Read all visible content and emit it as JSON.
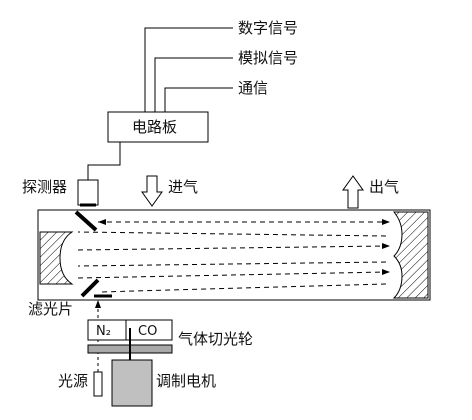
{
  "labels": {
    "digital_signal": "数字信号",
    "analog_signal": "模拟信号",
    "communication": "通信",
    "circuit_board": "电路板",
    "detector": "探测器",
    "gas_in": "进气",
    "gas_out": "出气",
    "filter": "滤光片",
    "n2_cell": "N₂",
    "co_cell": "CO",
    "gas_chopper_wheel": "气体切光轮",
    "light_source": "光源",
    "modulating_motor": "调制电机"
  },
  "colors": {
    "line": "#000000",
    "motor_fill": "#c0c0c0",
    "wheel_fill": "#a8a8a8",
    "background": "#ffffff"
  }
}
